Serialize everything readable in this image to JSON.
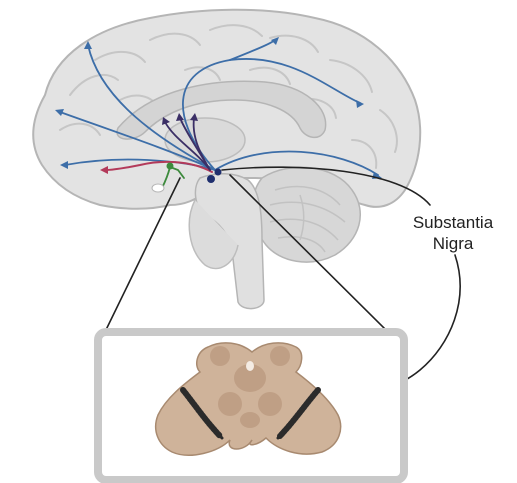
{
  "label": {
    "line1": "Substantia",
    "line2": "Nigra"
  },
  "colors": {
    "brain_fill": "#e3e3e3",
    "brain_outline": "#b5b5b5",
    "cerebellum": "#d7d7d7",
    "pathway_blue": "#3d6ea8",
    "pathway_red": "#b33a5a",
    "pathway_purple": "#3b2f66",
    "pathway_green": "#3c8a3c",
    "nucleus_dark": "#1f2f6e",
    "section_fill": "#cfb39a",
    "section_inner": "#bf9f85",
    "section_box": "#c9c9c9",
    "pigment": "#2b2b2b",
    "leader_line": "#222222"
  },
  "icons": [
    "brain-sagittal",
    "midbrain-cross-section"
  ]
}
